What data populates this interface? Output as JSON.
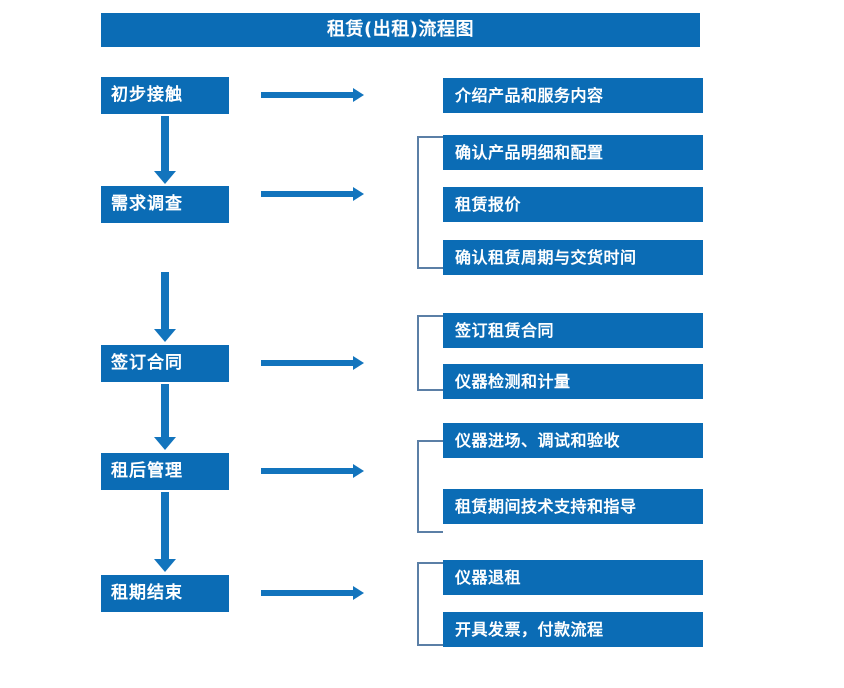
{
  "diagram": {
    "title": "租赁(出租)流程图",
    "colors": {
      "box_fill": "#0b6cb5",
      "box_text": "#ffffff",
      "arrow": "#1274bd",
      "bracket": "#5b7fa6",
      "background": "#ffffff"
    },
    "stages": [
      {
        "label": "初步接触"
      },
      {
        "label": "需求调查"
      },
      {
        "label": "签订合同"
      },
      {
        "label": "租后管理"
      },
      {
        "label": "租期结束"
      }
    ],
    "details": [
      {
        "label": "介绍产品和服务内容"
      },
      {
        "label": "确认产品明细和配置"
      },
      {
        "label": "租赁报价"
      },
      {
        "label": "确认租赁周期与交货时间"
      },
      {
        "label": "签订租赁合同"
      },
      {
        "label": "仪器检测和计量"
      },
      {
        "label": "仪器进场、调试和验收"
      },
      {
        "label": "租赁期间技术支持和指导"
      },
      {
        "label": "仪器退租"
      },
      {
        "label": "开具发票，付款流程"
      }
    ]
  }
}
